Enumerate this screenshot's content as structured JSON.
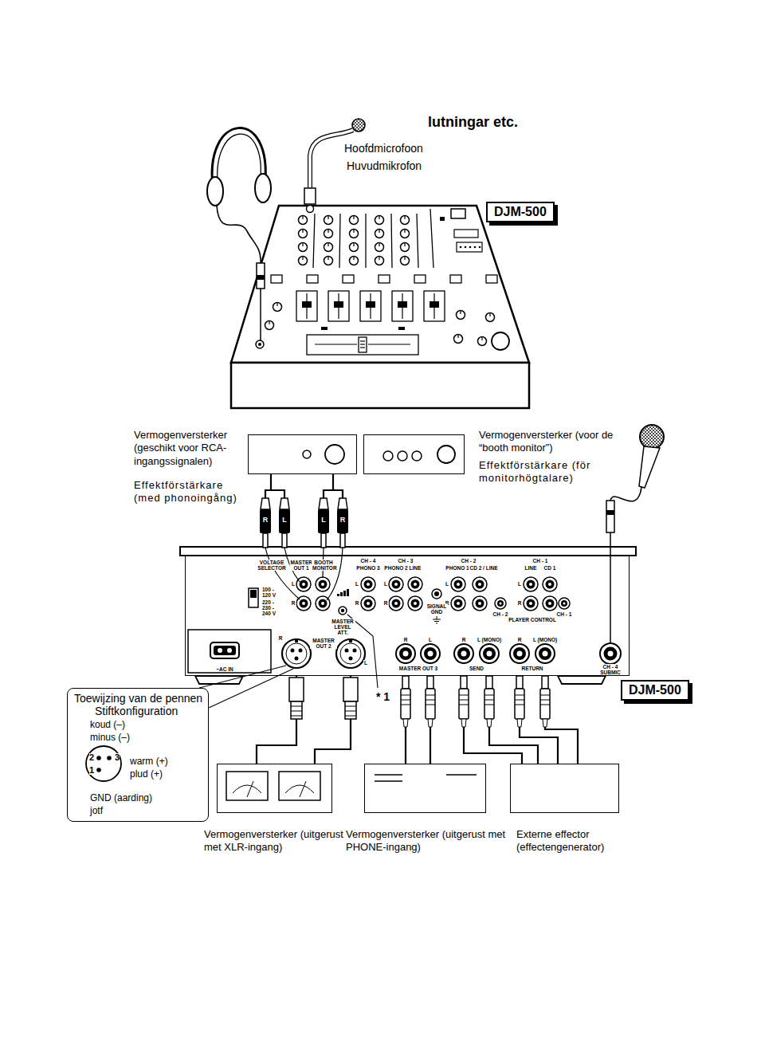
{
  "diagram": {
    "title": "lutningar etc.",
    "nodes": [
      {
        "text": [
          "DJM-500"
        ]
      },
      {
        "text": [
          "Vermogenversterker (geschikt voor RCA-ingangssignalen)",
          "Effektförstärkare (med phonoingång)"
        ]
      },
      {
        "text": [
          "Vermogenversterker (voor de “booth monitor”)",
          "Effektförstärkare (för monitorhögtalare)"
        ]
      },
      {
        "text": [
          "DJM-500"
        ]
      },
      {
        "text": [
          "Vermogenversterker (uitgerust met XLR-ingang)"
        ]
      },
      {
        "text": [
          "Vermogenversterker (uitgerust met PHONE-ingang)"
        ]
      },
      {
        "text": [
          "Externe effector (effectengenerator)"
        ]
      },
      {
        "text": [
          "Toewijzing van de pennen",
          "Stiftkonfiguration",
          "koud (–)",
          "minus (–)",
          "warm (+)",
          "plud (+)",
          "GND (aarding)",
          "jotf"
        ]
      }
    ],
    "edges": [
      {
        "from": 1,
        "to": 3,
        "arrow": "none"
      },
      {
        "from": 2,
        "to": 3,
        "arrow": "none"
      },
      {
        "from": 3,
        "to": 4,
        "arrow": "none"
      },
      {
        "from": 3,
        "to": 5,
        "arrow": "none"
      },
      {
        "from": 3,
        "to": 6,
        "arrow": "none"
      }
    ],
    "labels": [
      "Hoofdmicrofoon",
      "Huvudmikrofon",
      "R",
      "L",
      "L",
      "R",
      "VOLTAGE SELECTOR",
      "MASTER OUT 1",
      "BOOTH MONITOR",
      "100 - 120 V",
      "220 - 230 - 240 V",
      "L",
      "R",
      "MASTER LEVEL ATT.",
      "CH - 4",
      "PHONO 3",
      "CH - 3",
      "PHONO 2",
      "LINE",
      "CH - 2",
      "PHONO 1",
      "CD 2 / LINE",
      "CH - 1",
      "LINE",
      "CD 1",
      "L",
      "R",
      "L",
      "R",
      "L",
      "R",
      "L",
      "R",
      "SIGNAL GND",
      "CH - 2",
      "PLAYER CONTROL",
      "CH - 1",
      "~AC IN",
      "R",
      "MASTER OUT 2",
      "L",
      "R",
      "L",
      "MASTER OUT 3",
      "R",
      "L (MONO)",
      "SEND",
      "R",
      "L (MONO)",
      "RETURN",
      "CH - 4 SUBMIC",
      "* 1",
      "2",
      "3",
      "1"
    ]
  }
}
